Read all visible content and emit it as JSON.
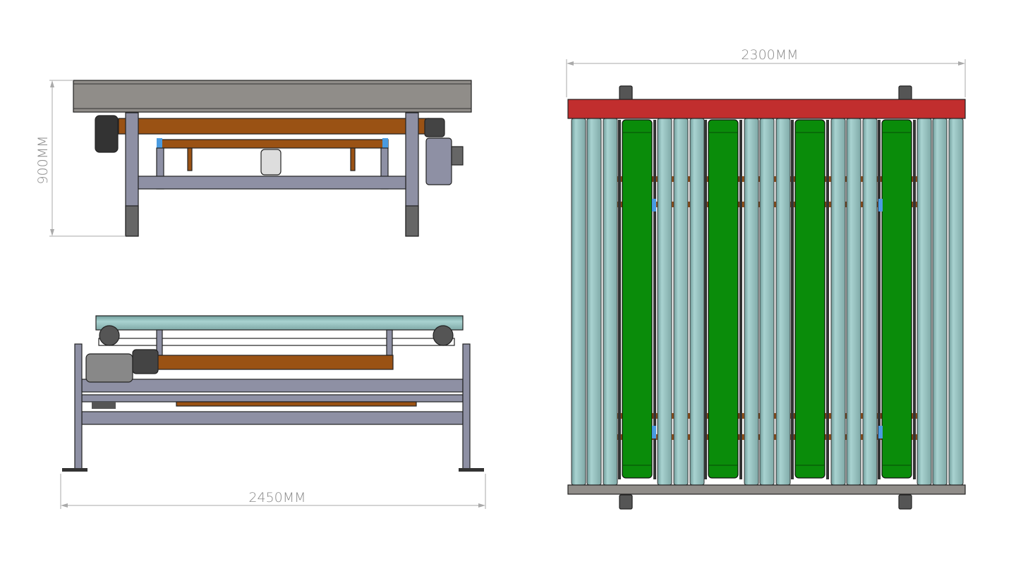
{
  "dimensions": {
    "height_label": "900MM",
    "length_label": "2450MM",
    "width_label": "2300MM"
  },
  "colors": {
    "frame_gray": "#8f8c88",
    "leg_gray": "#8e90a4",
    "crossbar_orange": "#9a5214",
    "top_beam_red": "#c12e2e",
    "roller_teal": "#98c6c4",
    "belt_green": "#0a8c0a",
    "accent_blue": "#4a9be0"
  }
}
